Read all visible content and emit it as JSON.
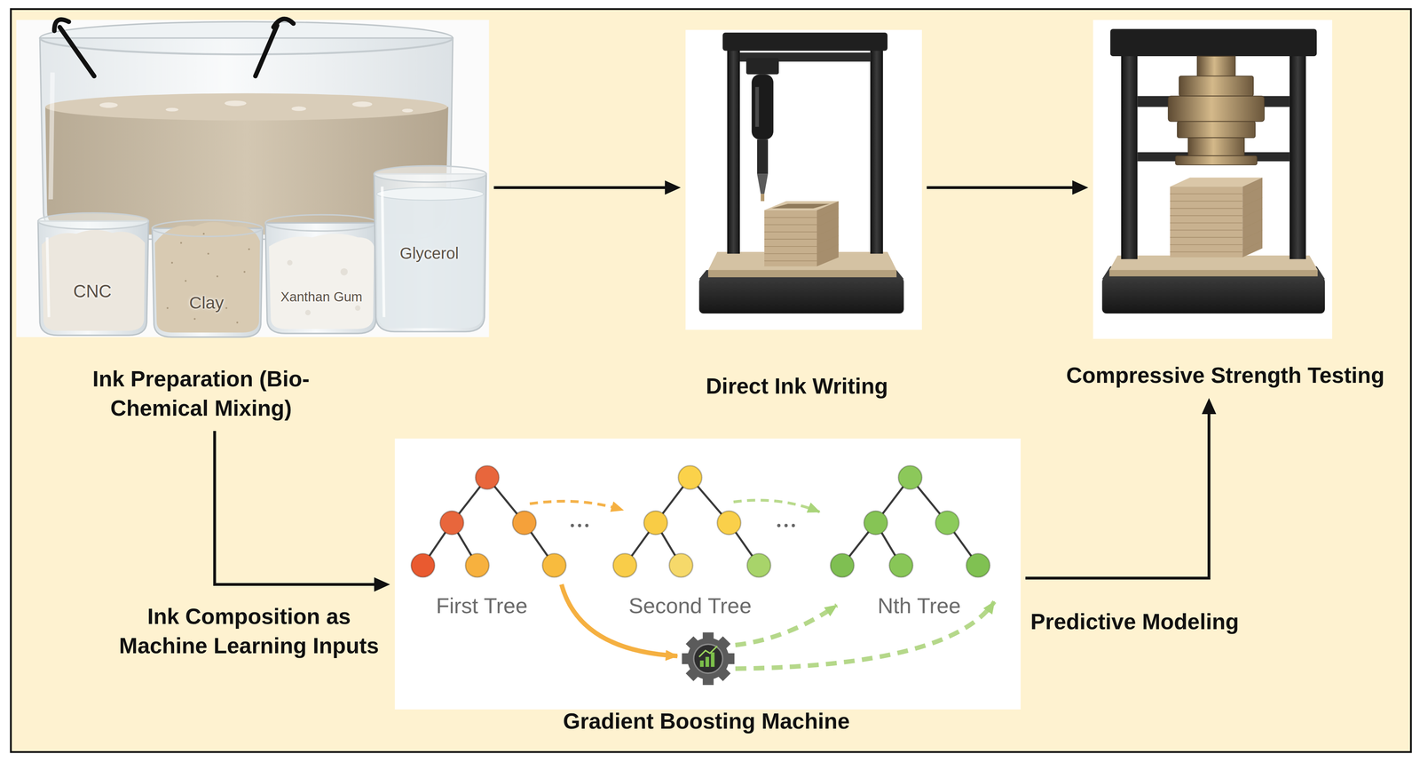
{
  "diagram": {
    "nodes": [
      {
        "text": [
          "Ink Preparation (Bio-Chemical Mixing)"
        ]
      },
      {
        "text": [
          "CNC"
        ],
        "in": 0
      },
      {
        "text": [
          "Clay"
        ],
        "in": 0
      },
      {
        "text": [
          "Xanthan Gum"
        ],
        "in": 0
      },
      {
        "text": [
          "Glycerol"
        ],
        "in": 0
      },
      {
        "text": [
          "Direct Ink Writing"
        ]
      },
      {
        "text": [
          "Compressive Strength Testing"
        ]
      },
      {
        "text": [
          "Gradient Boosting Machine"
        ]
      }
    ],
    "edges": [
      {
        "from": 0,
        "to": 5,
        "arrow": "to"
      },
      {
        "from": 5,
        "to": 6,
        "arrow": "to"
      },
      {
        "from": 0,
        "to": 7,
        "label": "Ink Composition as Machine Learning Inputs",
        "arrow": "to"
      },
      {
        "from": 7,
        "to": 6,
        "label": "Predictive Modeling",
        "arrow": "to"
      }
    ],
    "labels": [
      "First Tree",
      "Second Tree",
      "Nth Tree"
    ]
  }
}
